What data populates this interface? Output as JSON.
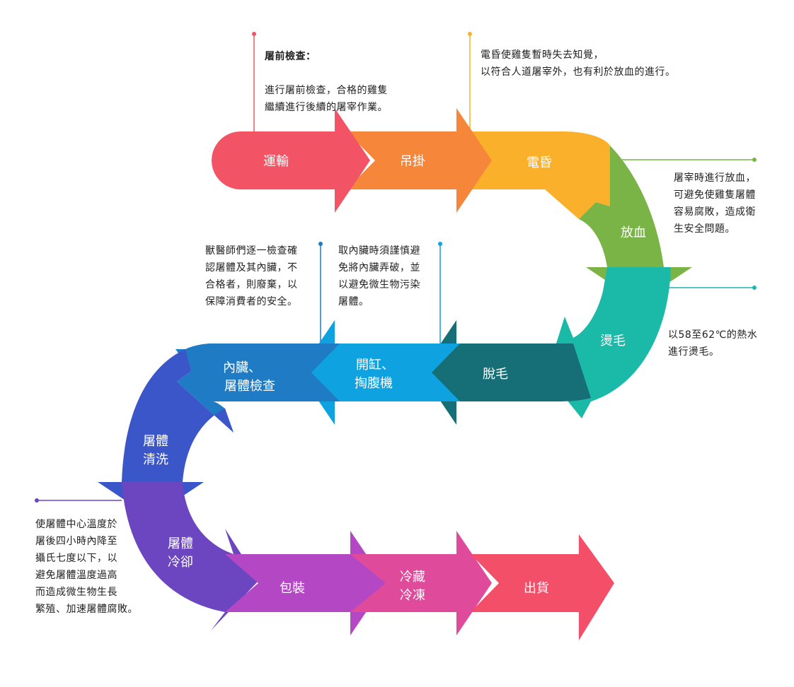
{
  "steps": {
    "s1": "運輸",
    "s2": "吊掛",
    "s3": "電昏",
    "s4": "放血",
    "s5": "燙毛",
    "s6": "脫毛",
    "s7_l1": "開缸、",
    "s7_l2": "掏腹機",
    "s8_l1": "內臟、",
    "s8_l2": "屠體檢查",
    "s9_l1": "屠體",
    "s9_l2": "清洗",
    "s10_l1": "屠體",
    "s10_l2": "冷卻",
    "s11": "包裝",
    "s12_l1": "冷藏",
    "s12_l2": "冷凍",
    "s13": "出貨"
  },
  "notes": {
    "pre_title": "屠前檢查：",
    "pre_body": "進行屠前檢查，合格的雞隻\n繼續進行後續的屠宰作業。",
    "stun": "電昏使雞隻暫時失去知覺，\n以符合人道屠宰外，也有利於放血的進行。",
    "bleed": "屠宰時進行放血，\n可避免使雞隻屠體\n容易腐敗，造成衛\n生安全問題。",
    "vet": "獸醫師們逐一檢查確\n認屠體及其內臟，不\n合格者，則廢棄，以\n保障消費者的安全。",
    "evisc": "取內臟時須謹慎避\n免將內臟弄破，並\n以避免微生物污染\n屠體。",
    "scald": "以58至62℃的熱水\n進行燙毛。",
    "chill": "使屠體中心溫度於\n屠後四小時內降至\n攝氏七度以下，以\n避免屠體溫度過高\n而造成微生物生長\n繁殖、加速屠體腐敗。"
  },
  "colors": {
    "transport": "#f25465",
    "hang": "#f5863a",
    "stun": "#fbb02c",
    "bleed": "#7ab446",
    "scald": "#1bb9a8",
    "defeather": "#166f76",
    "eviscerate": "#0ea2e0",
    "inspect": "#1f7cc4",
    "wash": "#3a56c8",
    "chill": "#6c45c0",
    "pack": "#b448c4",
    "cold": "#e04a9a",
    "ship": "#f34f68"
  }
}
